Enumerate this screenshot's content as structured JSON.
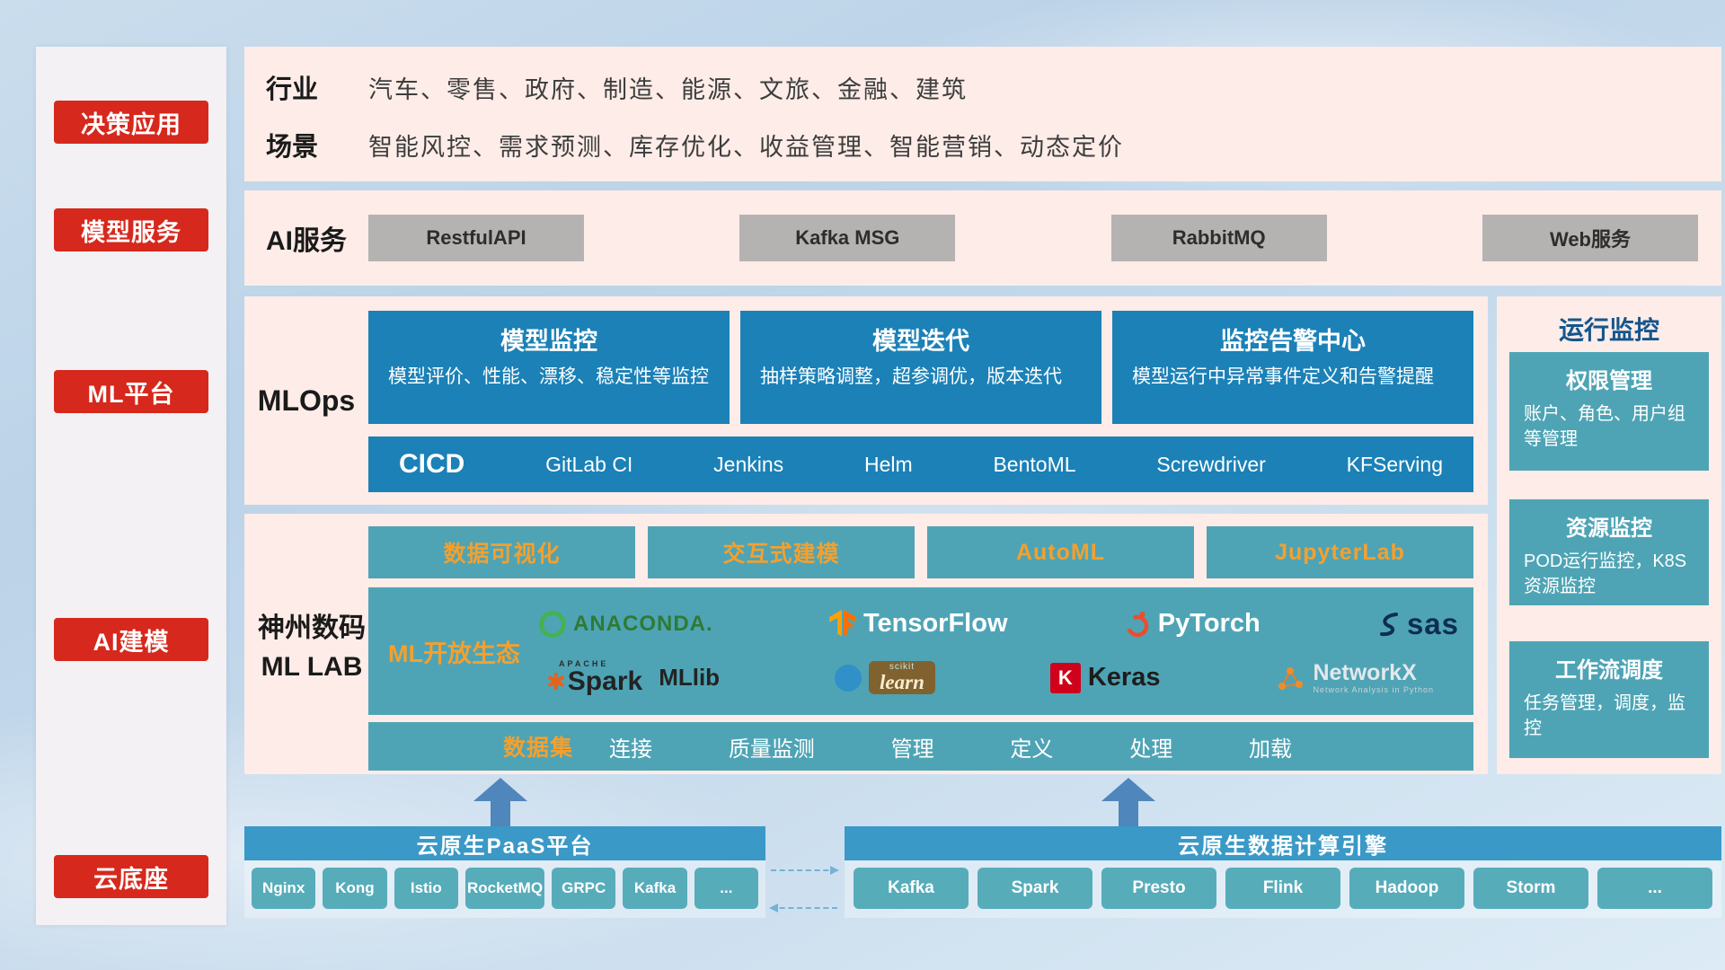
{
  "colors": {
    "accent_red": "#d6281c",
    "panel_pink": "#fdece7",
    "dark_blue": "#1b81b7",
    "teal": "#4ea4b5",
    "header_blue": "#3a99c7",
    "tool_teal": "#57acba",
    "accent_orange": "#f3a02f",
    "gray_button": "#b5b2b2",
    "navy_text": "#14568e"
  },
  "sidebar": {
    "items": [
      {
        "label": "决策应用"
      },
      {
        "label": "模型服务"
      },
      {
        "label": "ML平台"
      },
      {
        "label": "AI建模"
      },
      {
        "label": "云底座"
      }
    ]
  },
  "industry_row": {
    "industry_label": "行业",
    "industry_list": "汽车、零售、政府、制造、能源、文旅、金融、建筑",
    "scenario_label": "场景",
    "scenario_list": "智能风控、需求预测、库存优化、收益管理、智能营销、动态定价"
  },
  "ai_service_row": {
    "label": "AI服务",
    "services": [
      "RestfulAPI",
      "Kafka MSG",
      "RabbitMQ",
      "Web服务"
    ]
  },
  "mlops": {
    "label": "MLOps",
    "cards": [
      {
        "title": "模型监控",
        "desc": "模型评价、性能、漂移、稳定性等监控"
      },
      {
        "title": "模型迭代",
        "desc": "抽样策略调整，超参调优，版本迭代"
      },
      {
        "title": "监控告警中心",
        "desc": "模型运行中异常事件定义和告警提醒"
      }
    ],
    "cicd_label": "CICD",
    "cicd_tools": [
      "GitLab CI",
      "Jenkins",
      "Helm",
      "BentoML",
      "Screwdriver",
      "KFServing"
    ]
  },
  "monitoring": {
    "title": "运行监控",
    "cards": [
      {
        "title": "权限管理",
        "desc": "账户、角色、用户组等管理"
      },
      {
        "title": "资源监控",
        "desc": "POD运行监控，K8S资源监控"
      },
      {
        "title": "工作流调度",
        "desc": "任务管理，调度，监控"
      }
    ]
  },
  "mllab": {
    "label_line1": "神州数码",
    "label_line2": "ML LAB",
    "feature_buttons": [
      "数据可视化",
      "交互式建模",
      "AutoML",
      "JupyterLab"
    ],
    "ecosystem_label": "ML开放生态",
    "ecosystem_tools": [
      {
        "name": "Anaconda",
        "icon": "anaconda-icon",
        "text": "ANACONDA."
      },
      {
        "name": "TensorFlow",
        "icon": "tensorflow-icon",
        "text": "TensorFlow"
      },
      {
        "name": "PyTorch",
        "icon": "pytorch-icon",
        "text": "PyTorch"
      },
      {
        "name": "SAS",
        "icon": "sas-swoosh-icon",
        "text": "sas"
      },
      {
        "name": "Apache Spark MLlib",
        "icon": "spark-star-icon",
        "sup": "APACHE",
        "text": "Spark",
        "suffix": "MLlib"
      },
      {
        "name": "scikit-learn",
        "icon": "sklearn-circle-icon",
        "sup": "scikit",
        "text": "learn"
      },
      {
        "name": "Keras",
        "icon": "keras-icon",
        "k": "K",
        "text": "Keras"
      },
      {
        "name": "NetworkX",
        "icon": "networkx-icon",
        "text": "NetworkX",
        "sub": "Network Analysis in Python"
      }
    ],
    "dataset_label": "数据集",
    "dataset_items": [
      "连接",
      "质量监测",
      "管理",
      "定义",
      "处理",
      "加载"
    ]
  },
  "cloud_base": {
    "paas": {
      "title": "云原生PaaS平台",
      "tools": [
        "Nginx",
        "Kong",
        "Istio",
        "RocketMQ",
        "GRPC",
        "Kafka",
        "..."
      ]
    },
    "engine": {
      "title": "云原生数据计算引擎",
      "tools": [
        "Kafka",
        "Spark",
        "Presto",
        "Flink",
        "Hadoop",
        "Storm",
        "..."
      ]
    }
  }
}
